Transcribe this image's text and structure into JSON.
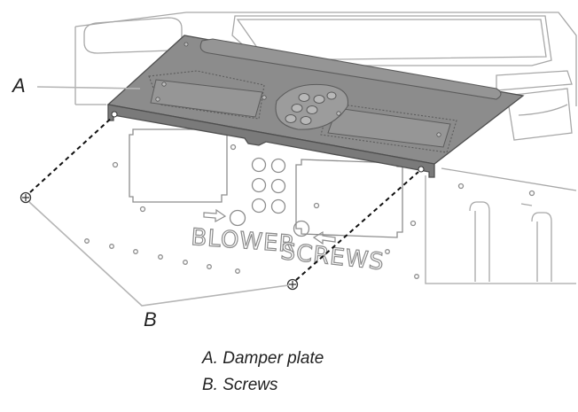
{
  "diagram": {
    "callouts": {
      "a": "A",
      "b": "B"
    },
    "stencil": {
      "blower": "BLOWER",
      "screws": "SCREWS"
    },
    "legend": {
      "a": "A. Damper plate",
      "b": "B. Screws"
    },
    "colors": {
      "damper_plate": "#8c8c8c",
      "damper_plate_edge": "#5a5a5a",
      "line_art": "#9a9a9a",
      "leader": "#b5b5b5",
      "text": "#222222"
    }
  }
}
